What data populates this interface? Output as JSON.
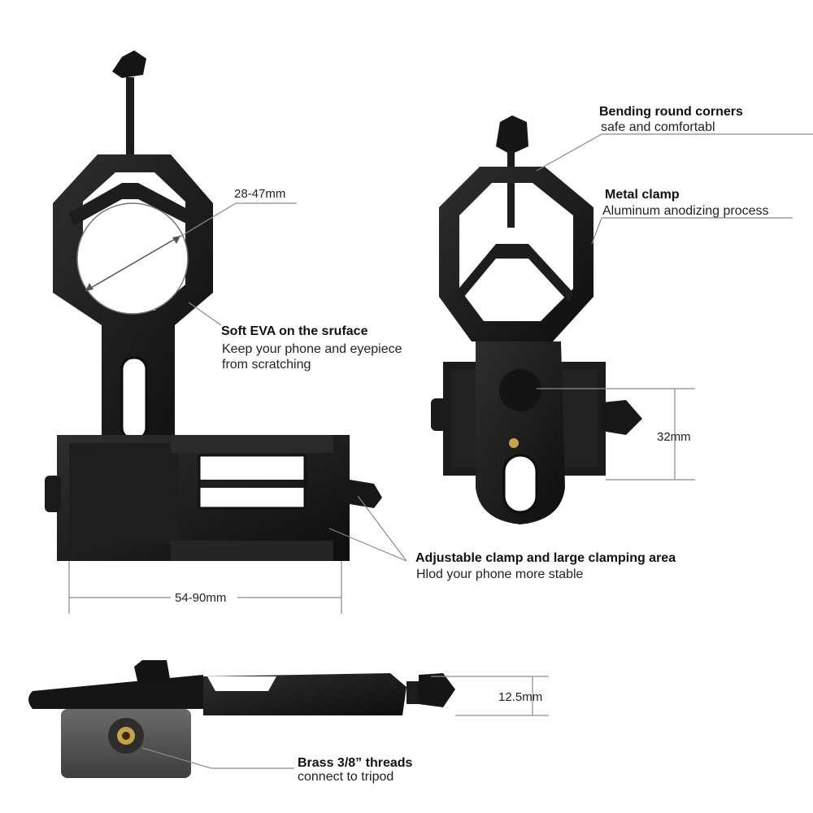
{
  "callouts": {
    "bending_corners": {
      "title": "Bending round corners",
      "sub": "safe and comfortabl"
    },
    "metal_clamp": {
      "title": "Metal clamp",
      "sub": "Aluminum anodizing process"
    },
    "soft_eva": {
      "title": "Soft EVA on the sruface",
      "sub_line1": "Keep your phone and eyepiece",
      "sub_line2": "from scratching"
    },
    "adjustable_clamp": {
      "title": "Adjustable clamp and large clamping area",
      "sub": "Hlod your phone more stable"
    },
    "brass_threads": {
      "title": "Brass 3/8” threads",
      "sub": "connect to tripod"
    }
  },
  "dimensions": {
    "eyepiece_range": "28-47mm",
    "phone_width": "54-90mm",
    "clamp_height": "32mm",
    "thickness": "12.5mm"
  },
  "colors": {
    "product": "#161616",
    "product_highlight": "#3a3a3a",
    "leader_line": "#8a8a8a",
    "brass": "#c8a24a"
  }
}
